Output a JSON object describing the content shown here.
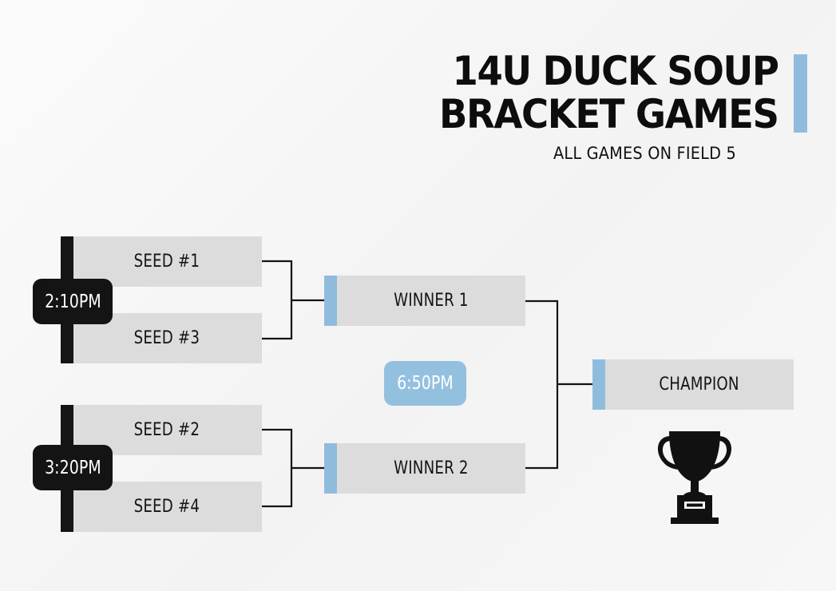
{
  "header": {
    "title_line1": "14U DUCK SOUP",
    "title_line2": "BRACKET GAMES",
    "subtitle": "ALL GAMES ON FIELD 5"
  },
  "bracket": {
    "game1": {
      "time": "2:10PM",
      "top": "SEED #1",
      "bottom": "SEED #3"
    },
    "game2": {
      "time": "3:20PM",
      "top": "SEED #2",
      "bottom": "SEED #4"
    },
    "semis": {
      "winner1": "WINNER 1",
      "winner2": "WINNER 2"
    },
    "final": {
      "time": "6:50PM",
      "champion": "CHAMPION"
    }
  },
  "colors": {
    "accent_blue": "#8fbcdd",
    "slot_gray": "#dcdcdc",
    "dark": "#141414"
  },
  "icons": {
    "trophy": "trophy-icon"
  }
}
